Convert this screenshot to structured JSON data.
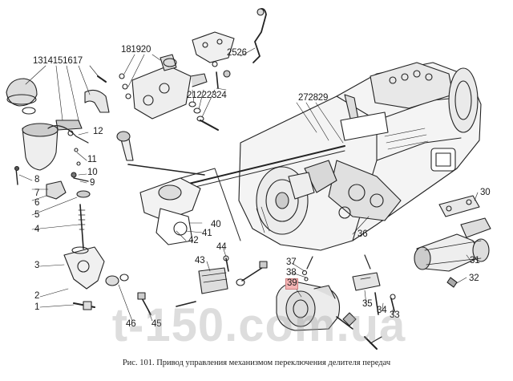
{
  "figure": {
    "caption": "Рис. 101. Привод управления механизмом переключения делителя передач",
    "watermark": "t-150.com.ua",
    "highlight_color": "#f4b4b4"
  },
  "callouts": [
    "1314151617",
    "181920",
    "2526",
    "12",
    "21222324",
    "272829",
    "11",
    "10",
    "9",
    "8",
    "7",
    "6",
    "5",
    "4",
    "3",
    "2",
    "1",
    "46",
    "45",
    "43",
    "44",
    "40",
    "41",
    "42",
    "36",
    "37",
    "38",
    "39",
    "35",
    "34",
    "33",
    "30",
    "31",
    "32"
  ],
  "highlighted_callout": "39"
}
